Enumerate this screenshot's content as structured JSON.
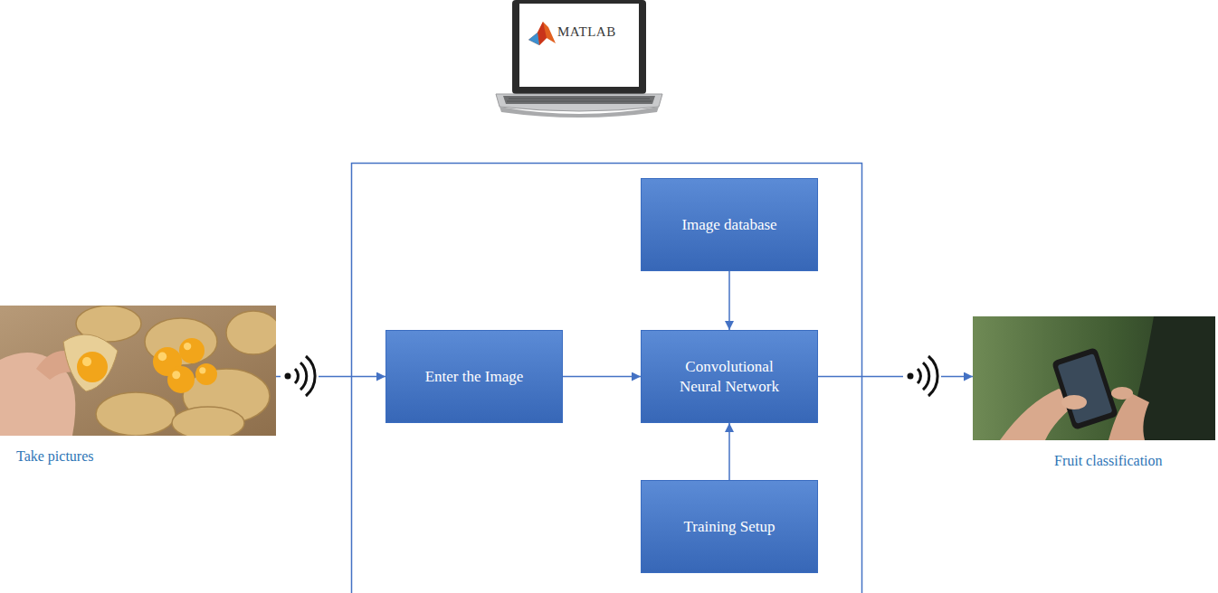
{
  "diagram": {
    "nodes": [
      {
        "text": [
          "Take pictures"
        ]
      },
      {
        "text": [
          "Enter the Image"
        ]
      },
      {
        "text": [
          "Image database"
        ]
      },
      {
        "text": [
          "Convolutional Neural Network"
        ]
      },
      {
        "text": [
          "Training Setup"
        ]
      },
      {
        "text": [
          "Fruit classification"
        ]
      }
    ],
    "edges": [
      {
        "from": 0,
        "to": 1,
        "arrow": "to"
      },
      {
        "from": 1,
        "to": 3,
        "arrow": "to"
      },
      {
        "from": 2,
        "to": 3,
        "arrow": "to"
      },
      {
        "from": 4,
        "to": 3,
        "arrow": "to"
      },
      {
        "from": 3,
        "to": 5,
        "arrow": "to"
      }
    ],
    "labels": [
      "MATLAB"
    ]
  }
}
